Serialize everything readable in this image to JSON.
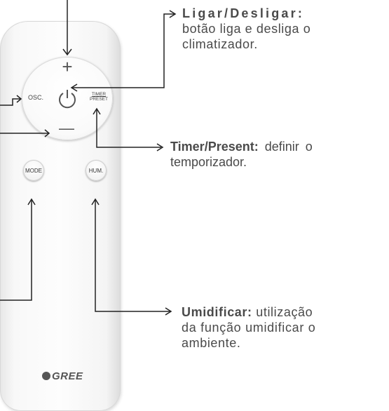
{
  "remote": {
    "plus_symbol": "+",
    "minus_symbol": "—",
    "osc_label": "OSC.",
    "timer_label_1": "TIMER",
    "timer_label_2": "PRESET",
    "mode_label": "MODE",
    "hum_label": "HUM.",
    "brand": "GREE",
    "icons": [
      "power-icon",
      "gree-logo-icon"
    ]
  },
  "annotations": {
    "power": {
      "title": "Ligar/Desligar:",
      "line1": "botão liga e desliga o",
      "line2": "climatizador."
    },
    "timer": {
      "title": "Timer/Present:",
      "line1_rest": " definir o",
      "line2": "temporizador."
    },
    "humidify": {
      "title": "Umidificar:",
      "line1_rest": " utilização",
      "line2": "da função umidificar o",
      "line3": "ambiente."
    }
  },
  "colors": {
    "text": "#4a4a4a",
    "lines": "#222222",
    "remote_body": "#f6f6f6"
  }
}
